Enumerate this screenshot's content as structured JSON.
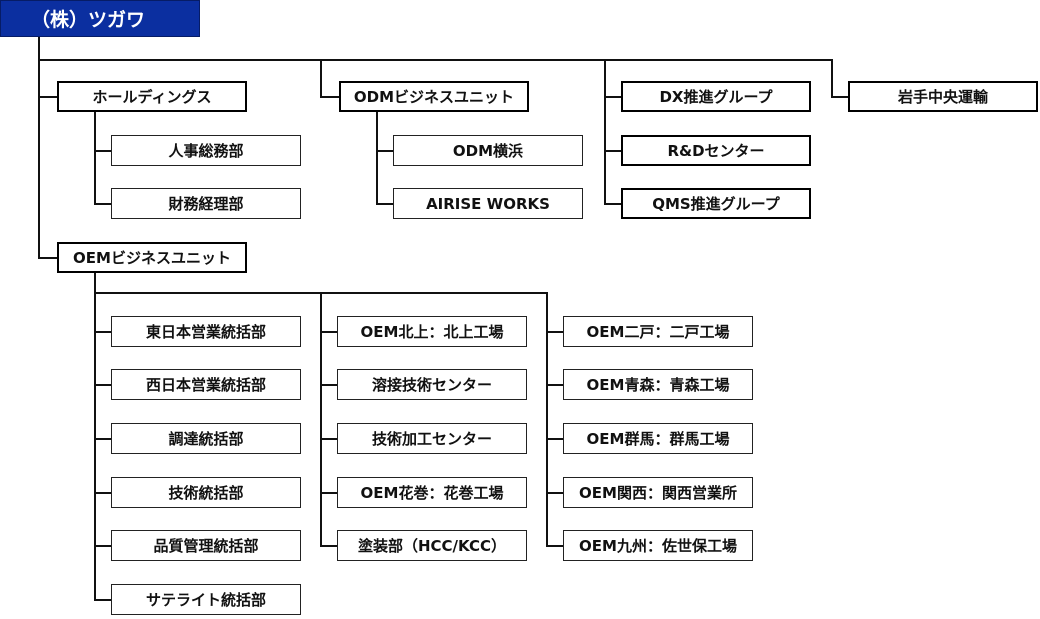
{
  "root": "（株）ツガワ",
  "holdings": {
    "name": "ホールディングス",
    "children": [
      "人事総務部",
      "財務経理部"
    ]
  },
  "odm": {
    "name": "ODMビジネスユニット",
    "children": [
      "ODM横浜",
      "AIRISE WORKS"
    ]
  },
  "groups": [
    "DX推進グループ",
    "R&Dセンター",
    "QMS推進グループ"
  ],
  "iwate": "岩手中央運輸",
  "oem": {
    "name": "OEMビジネスユニット",
    "col1": [
      "東日本営業統括部",
      "西日本営業統括部",
      "調達統括部",
      "技術統括部",
      "品質管理統括部",
      "サテライト統括部"
    ],
    "col2": [
      "OEM北上：北上工場",
      "溶接技術センター",
      "技術加工センター",
      "OEM花巻：花巻工場",
      "塗装部（HCC/KCC）"
    ],
    "col3": [
      "OEM二戸：二戸工場",
      "OEM青森：青森工場",
      "OEM群馬：群馬工場",
      "OEM関西：関西営業所",
      "OEM九州：佐世保工場"
    ]
  }
}
